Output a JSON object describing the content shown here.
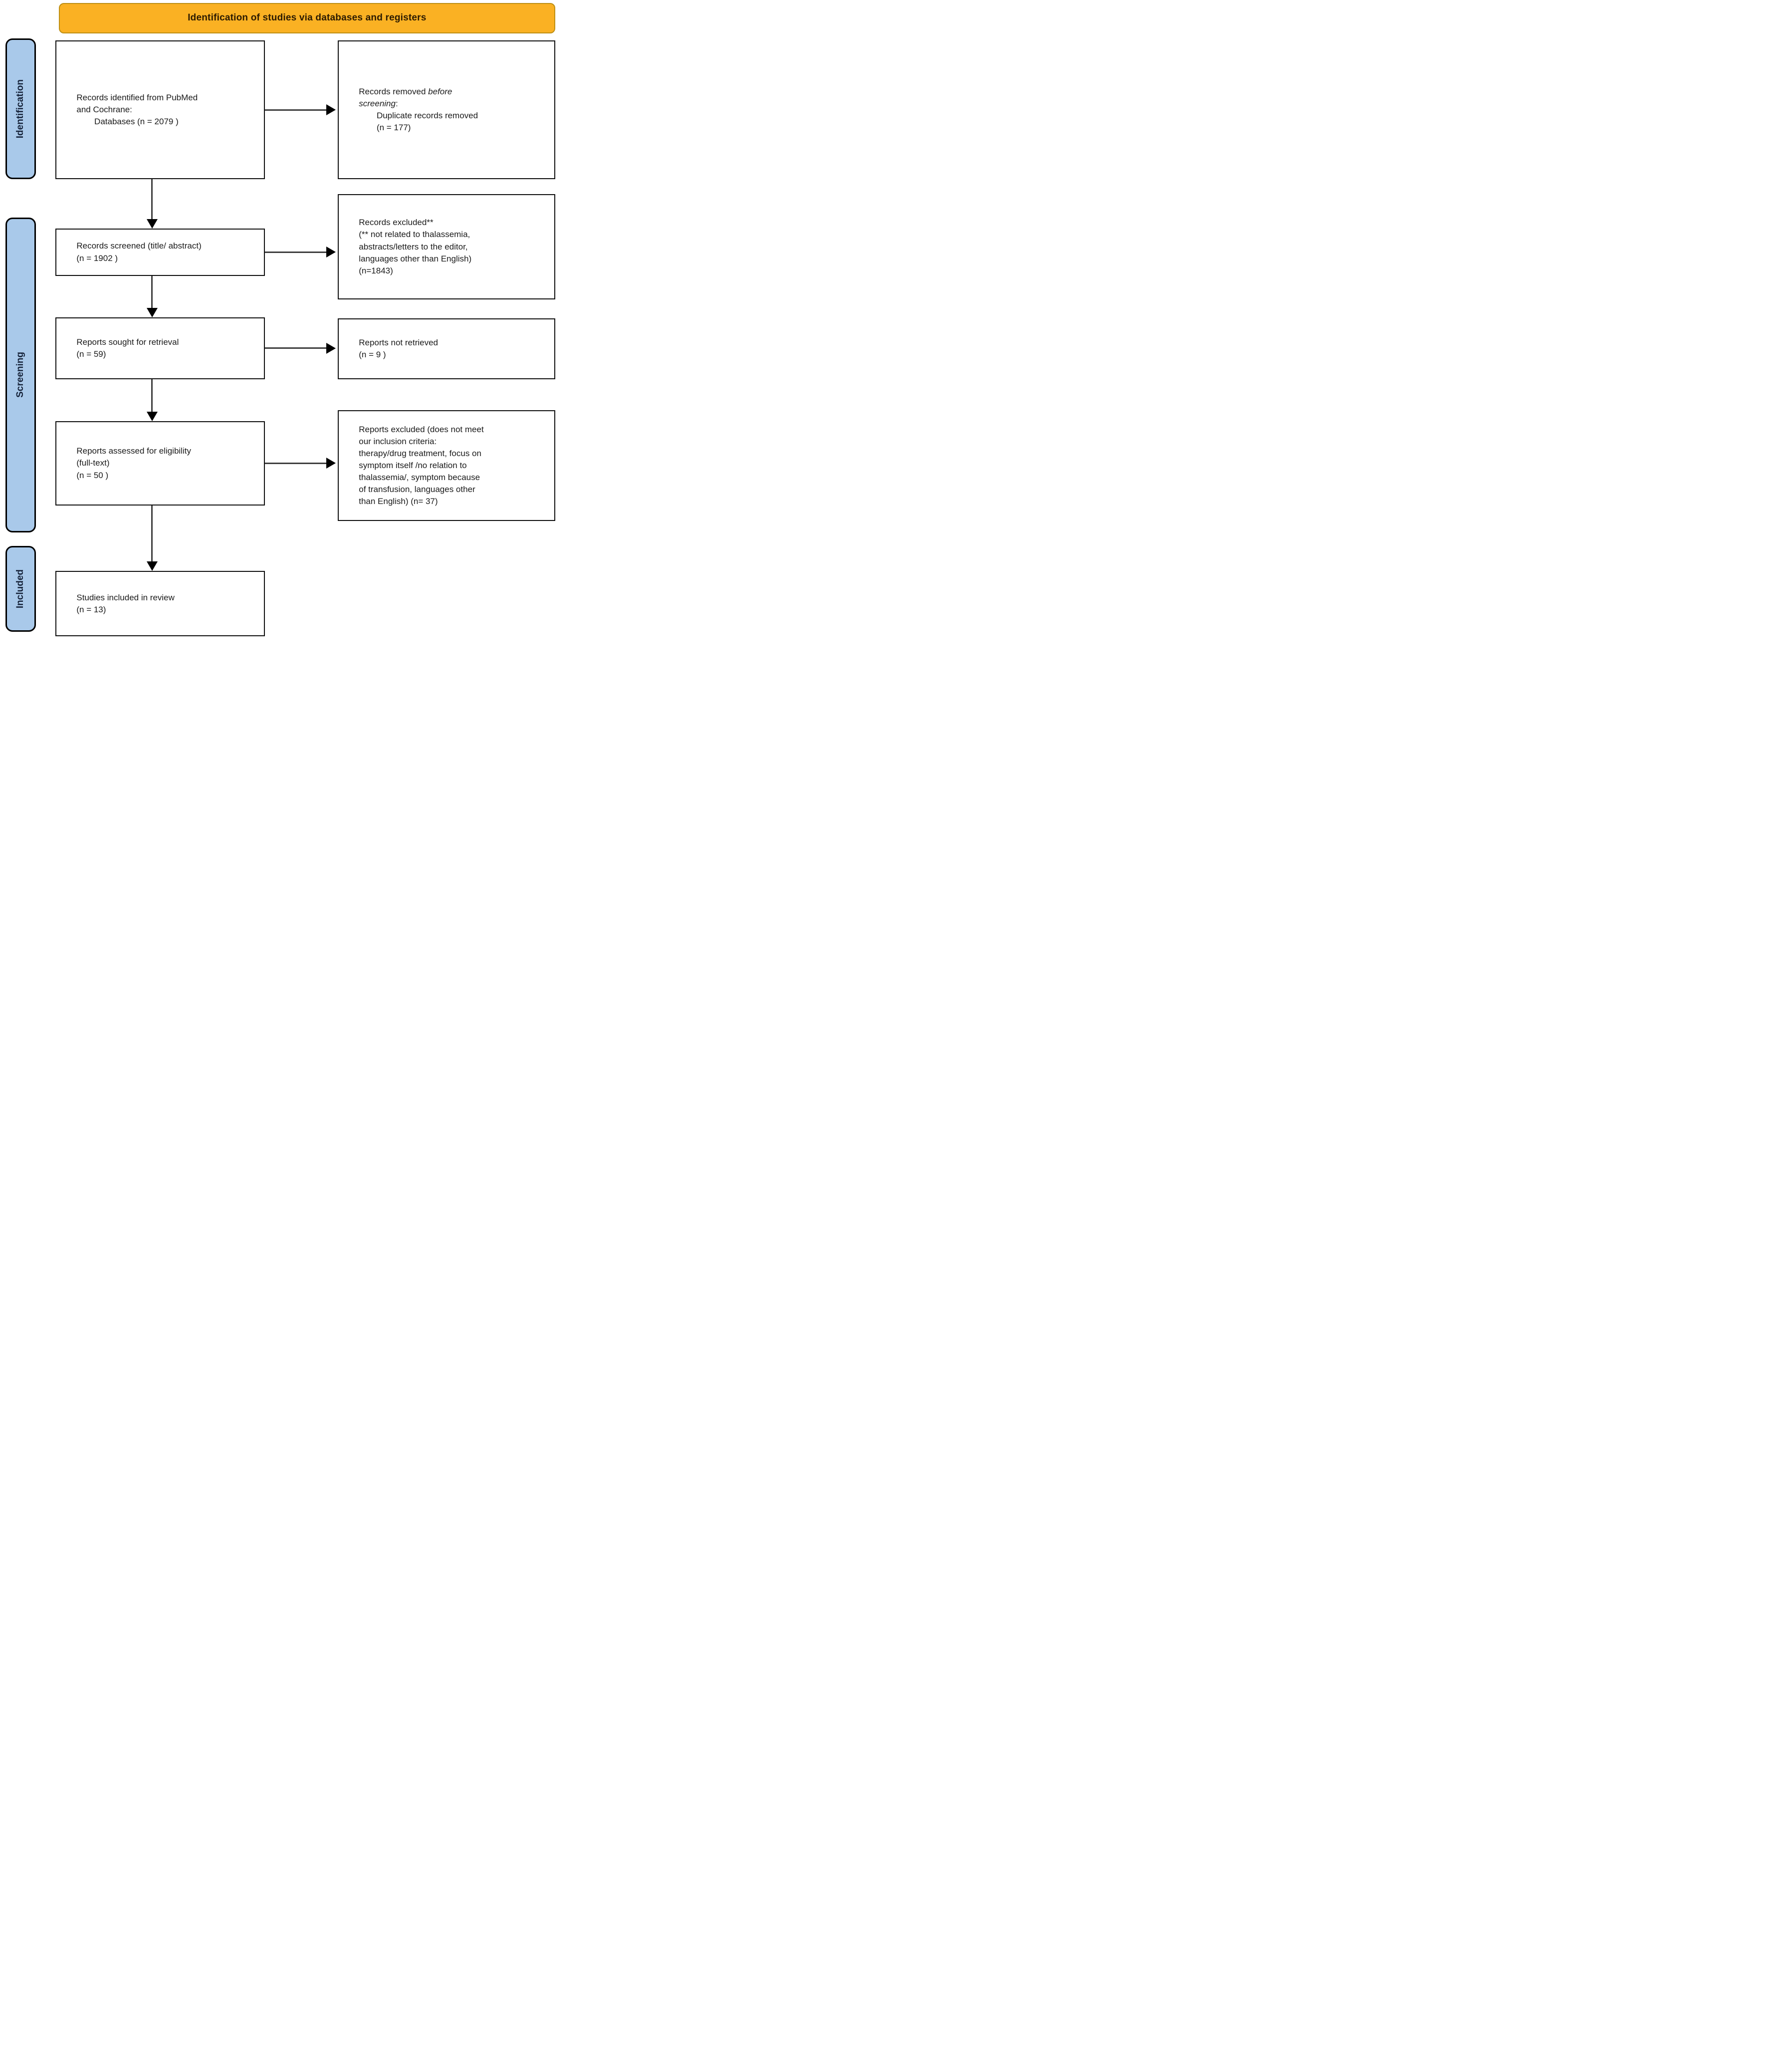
{
  "header": {
    "title": "Identification of studies via databases and registers"
  },
  "stages": [
    {
      "label": "Identification"
    },
    {
      "label": "Screening"
    },
    {
      "label": "Included"
    }
  ],
  "boxes": {
    "records_identified": {
      "line1": "Records identified from PubMed\nand Cochrane:",
      "line2": "Databases (n = 2079 )"
    },
    "records_removed": {
      "line1_prefix": "Records removed ",
      "line1_italic": "before\nscreening",
      "line1_suffix": ":",
      "line2": "Duplicate records removed\n(n = 177)"
    },
    "records_screened": {
      "text": "Records screened (title/ abstract)\n(n = 1902 )"
    },
    "records_excluded": {
      "text": "Records excluded**\n(** not related to thalassemia,\nabstracts/letters to the editor,\nlanguages other than English)\n(n=1843)"
    },
    "reports_sought": {
      "text": "Reports sought for retrieval\n(n = 59)"
    },
    "reports_not_retrieved": {
      "text": "Reports not retrieved\n(n = 9 )"
    },
    "reports_assessed": {
      "text": "Reports assessed for eligibility\n(full-text)\n(n = 50 )"
    },
    "reports_excluded": {
      "text": "Reports excluded (does not meet\nour inclusion criteria:\ntherapy/drug treatment, focus on\nsymptom itself /no relation to\nthalassemia/, symptom because\nof transfusion, languages other\nthan English) (n= 37)"
    },
    "studies_included": {
      "text": "Studies included in review\n(n = 13)"
    }
  },
  "colors": {
    "header_fill": "#FAB123",
    "header_border": "#BE8F13",
    "header_text": "#2B1A00",
    "stage_fill": "#A9C9EA",
    "stage_text": "#16233A",
    "box_border": "#111111",
    "arrow_color": "#000000"
  }
}
